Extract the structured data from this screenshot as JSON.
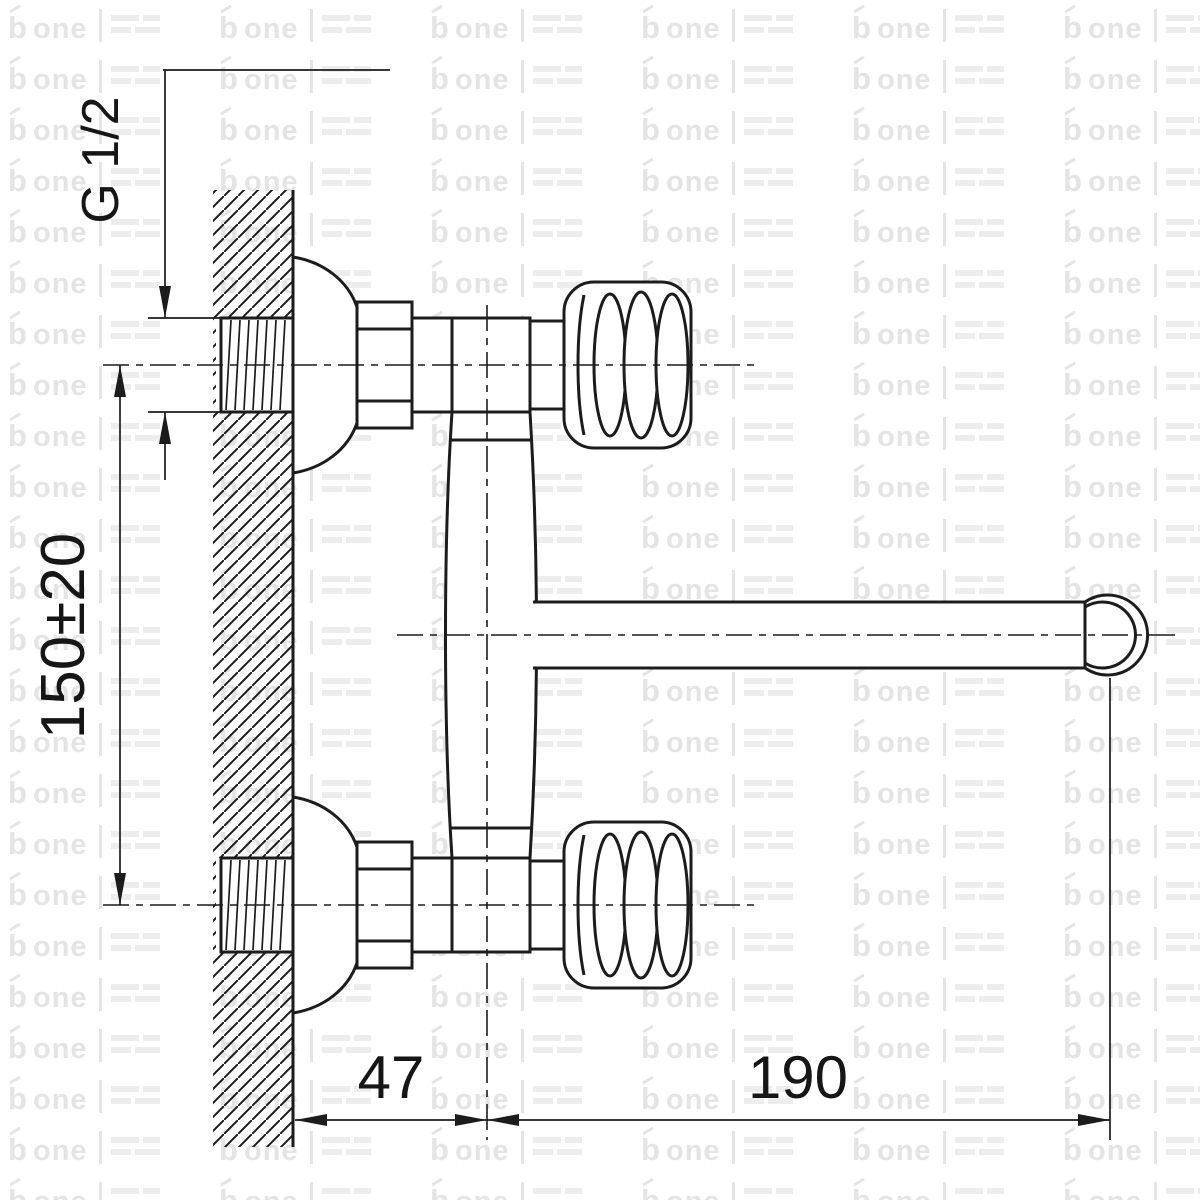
{
  "drawing": {
    "title": "Wall-mounted two-handle mixer tap installation drawing",
    "labels": {
      "thread_size": "G 1/2",
      "mounting_distance": "150±20",
      "wall_to_axis_distance": "47",
      "spout_length": "190"
    }
  },
  "watermark": {
    "logo_glyph": "b",
    "brand": "one"
  },
  "colors": {
    "background": "#ffffff",
    "line": "#1c1c1c",
    "dimension_text": "#161616",
    "watermark_text": "#e4e4e4",
    "watermark_bars": "#ededed"
  }
}
